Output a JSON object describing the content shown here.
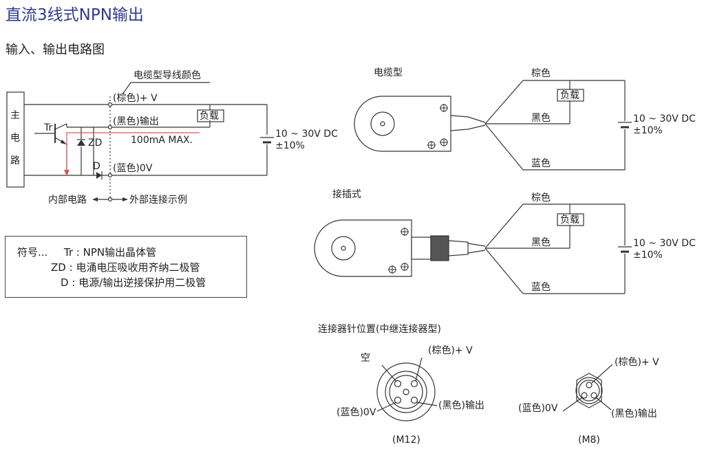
{
  "page": {
    "title": "直流3线式NPN输出",
    "subtitle": "输入、输出电路图"
  },
  "circuit": {
    "wire_color_caption": "电缆型导线颜色",
    "main_circuit_label": [
      "主",
      "电",
      "路"
    ],
    "brown_plus": "(棕色)+ V",
    "black_out": "(黑色)输出",
    "blue_0v": "(蓝色)0V",
    "load": "负载",
    "tr": "Tr",
    "zd": "ZD",
    "d": "D",
    "max_current": "100mA MAX.",
    "supply_voltage": "10 ~ 30V DC",
    "supply_tolerance": "±10%",
    "internal": "内部电路",
    "external": "外部连接示例"
  },
  "legend": {
    "prefix": "符号...",
    "rows": [
      {
        "symbol": "Tr",
        "desc": "NPN输出晶体管"
      },
      {
        "symbol": "ZD",
        "desc": "电涌电压吸收用齐纳二极管"
      },
      {
        "symbol": "D",
        "desc": "电源/输出逆接保护用二极管"
      }
    ]
  },
  "cable_type": {
    "label": "电缆型",
    "brown": "棕色",
    "black": "黑色",
    "blue": "蓝色",
    "load": "负载",
    "voltage": "10 ~ 30V DC",
    "tolerance": "±10%"
  },
  "plug_type": {
    "label": "接插式",
    "brown": "棕色",
    "black": "黑色",
    "blue": "蓝色",
    "load": "负载",
    "voltage": "10 ~ 30V DC",
    "tolerance": "±10%"
  },
  "connector": {
    "title": "连接器针位置(中继连接器型)",
    "m12": {
      "empty": "空",
      "brown_plus": "(棕色)+ V",
      "blue_0v": "(蓝色)0V",
      "black_out": "(黑色)输出",
      "name": "(M12)"
    },
    "m8": {
      "brown_plus": "(棕色)+ V",
      "blue_0v": "(蓝色)0V",
      "black_out": "(黑色)输出",
      "name": "(M8)"
    }
  },
  "colors": {
    "title": "#2f3a8f",
    "current_arrow": "#e05050",
    "line": "#333333"
  }
}
